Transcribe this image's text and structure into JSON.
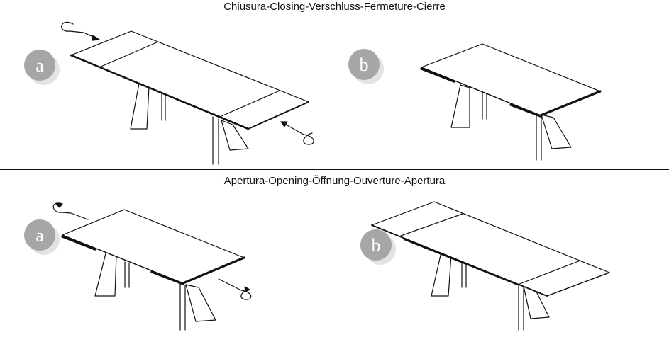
{
  "closing": {
    "title": "Chiusura-Closing-Verschluss-Fermeture-Cierre",
    "steps": [
      {
        "label": "a",
        "icon": "curved-arrow-icon",
        "table_state": "extended"
      },
      {
        "label": "b",
        "icon": "none",
        "table_state": "closed"
      }
    ]
  },
  "opening": {
    "title": "Apertura-Opening-Öffnung-Ouverture-Apertura",
    "steps": [
      {
        "label": "a",
        "icon": "curved-arrow-icon",
        "table_state": "closed"
      },
      {
        "label": "b",
        "icon": "none",
        "table_state": "extended"
      }
    ]
  },
  "colors": {
    "line": "#111111",
    "badge": "#a6a6a6",
    "badge_shadow": "#e3e3e3"
  }
}
